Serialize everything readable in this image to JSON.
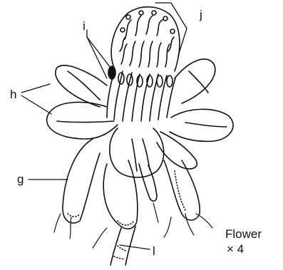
{
  "labels": {
    "i": "i",
    "j": "j",
    "h": "h",
    "g": "g",
    "l": "l"
  },
  "caption": {
    "line1": "Flower",
    "line2": "× 4"
  }
}
